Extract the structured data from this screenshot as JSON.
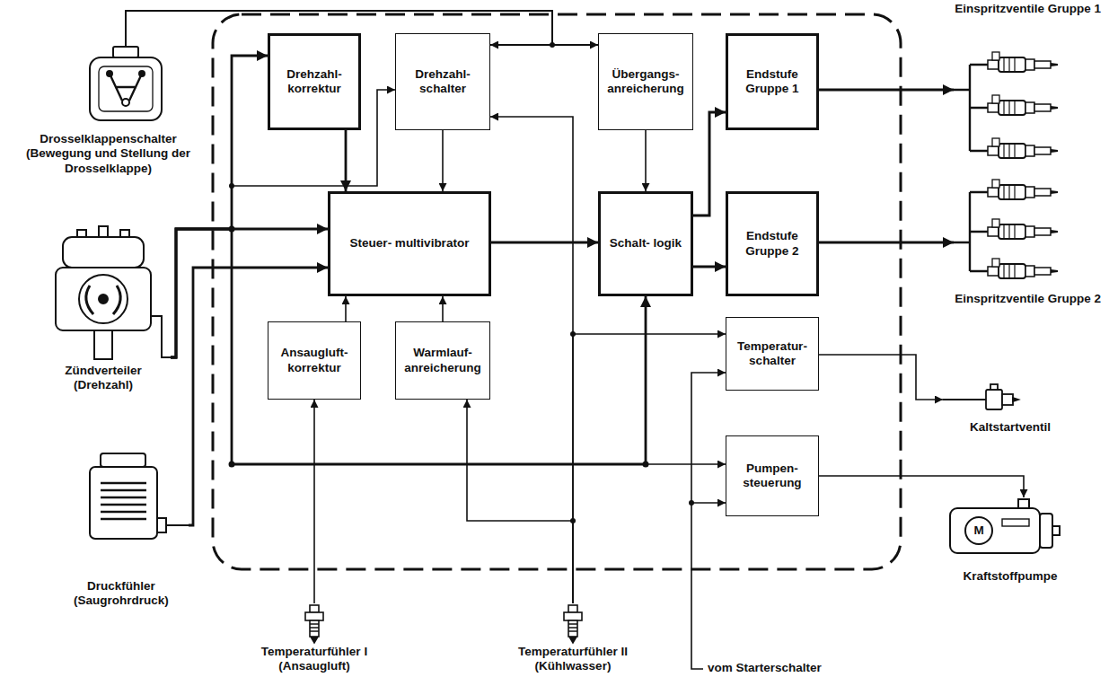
{
  "diagram": {
    "nodes": [
      {
        "text": [
          "Drosselklappenschalter",
          "(Bewegung und Stellung der Drosselklappe)"
        ]
      },
      {
        "text": [
          "Drehzahl- korrektur"
        ]
      },
      {
        "text": [
          "Drehzahl- schalter"
        ]
      },
      {
        "text": [
          "Übergangs- anreicherung"
        ]
      },
      {
        "text": [
          "Endstufe Gruppe 1"
        ]
      },
      {
        "text": [
          "Einspritzventile Gruppe 1"
        ]
      },
      {
        "text": [
          "Zündverteiler",
          "(Drehzahl)"
        ]
      },
      {
        "text": [
          "Steuer- multivibrator"
        ]
      },
      {
        "text": [
          "Schalt- logik"
        ]
      },
      {
        "text": [
          "Endstufe Gruppe 2"
        ]
      },
      {
        "text": [
          "Einspritzventile Gruppe 2"
        ]
      },
      {
        "text": [
          "Druckfühler",
          "(Saugrohrdruck)"
        ]
      },
      {
        "text": [
          "Ansaugluft- korrektur"
        ]
      },
      {
        "text": [
          "Warmlauf- anreicherung"
        ]
      },
      {
        "text": [
          "Temperatur- schalter"
        ]
      },
      {
        "text": [
          "Kaltstartventil"
        ]
      },
      {
        "text": [
          "Pumpen- steuerung"
        ]
      },
      {
        "text": [
          "Kraftstoffpumpe"
        ]
      },
      {
        "text": [
          "Temperaturfühler I",
          "(Ansaugluft)"
        ]
      },
      {
        "text": [
          "Temperaturfühler II",
          "(Kühlwasser)"
        ]
      }
    ],
    "edges": [
      {
        "from": 0,
        "to": 2,
        "arrow": "to"
      },
      {
        "from": 0,
        "to": 3,
        "arrow": "to"
      },
      {
        "from": 6,
        "to": 1,
        "arrow": "to"
      },
      {
        "from": 6,
        "to": 2,
        "arrow": "to"
      },
      {
        "from": 6,
        "to": 7,
        "arrow": "to"
      },
      {
        "from": 6,
        "to": 8,
        "arrow": "to"
      },
      {
        "from": 6,
        "to": 16,
        "arrow": "to"
      },
      {
        "from": 11,
        "to": 7,
        "arrow": "to"
      },
      {
        "from": 1,
        "to": 7,
        "arrow": "to"
      },
      {
        "from": 2,
        "to": 7,
        "arrow": "to"
      },
      {
        "from": 3,
        "to": 8,
        "arrow": "to"
      },
      {
        "from": 7,
        "to": 8,
        "arrow": "to"
      },
      {
        "from": 8,
        "to": 4,
        "arrow": "to"
      },
      {
        "from": 8,
        "to": 9,
        "arrow": "to"
      },
      {
        "from": 4,
        "to": 5,
        "arrow": "to"
      },
      {
        "from": 9,
        "to": 10,
        "arrow": "to"
      },
      {
        "from": 12,
        "to": 7,
        "arrow": "to"
      },
      {
        "from": 13,
        "to": 7,
        "arrow": "to"
      },
      {
        "from": 18,
        "to": 12,
        "arrow": "to"
      },
      {
        "from": 19,
        "to": 13,
        "arrow": "to"
      },
      {
        "from": 19,
        "to": 2,
        "arrow": "to"
      },
      {
        "from": 19,
        "to": 14,
        "arrow": "to"
      },
      {
        "from": 14,
        "to": 15,
        "arrow": "to"
      },
      {
        "from": 16,
        "to": 17,
        "arrow": "to"
      }
    ],
    "labels": [
      "vom Starterschalter",
      "M"
    ]
  }
}
